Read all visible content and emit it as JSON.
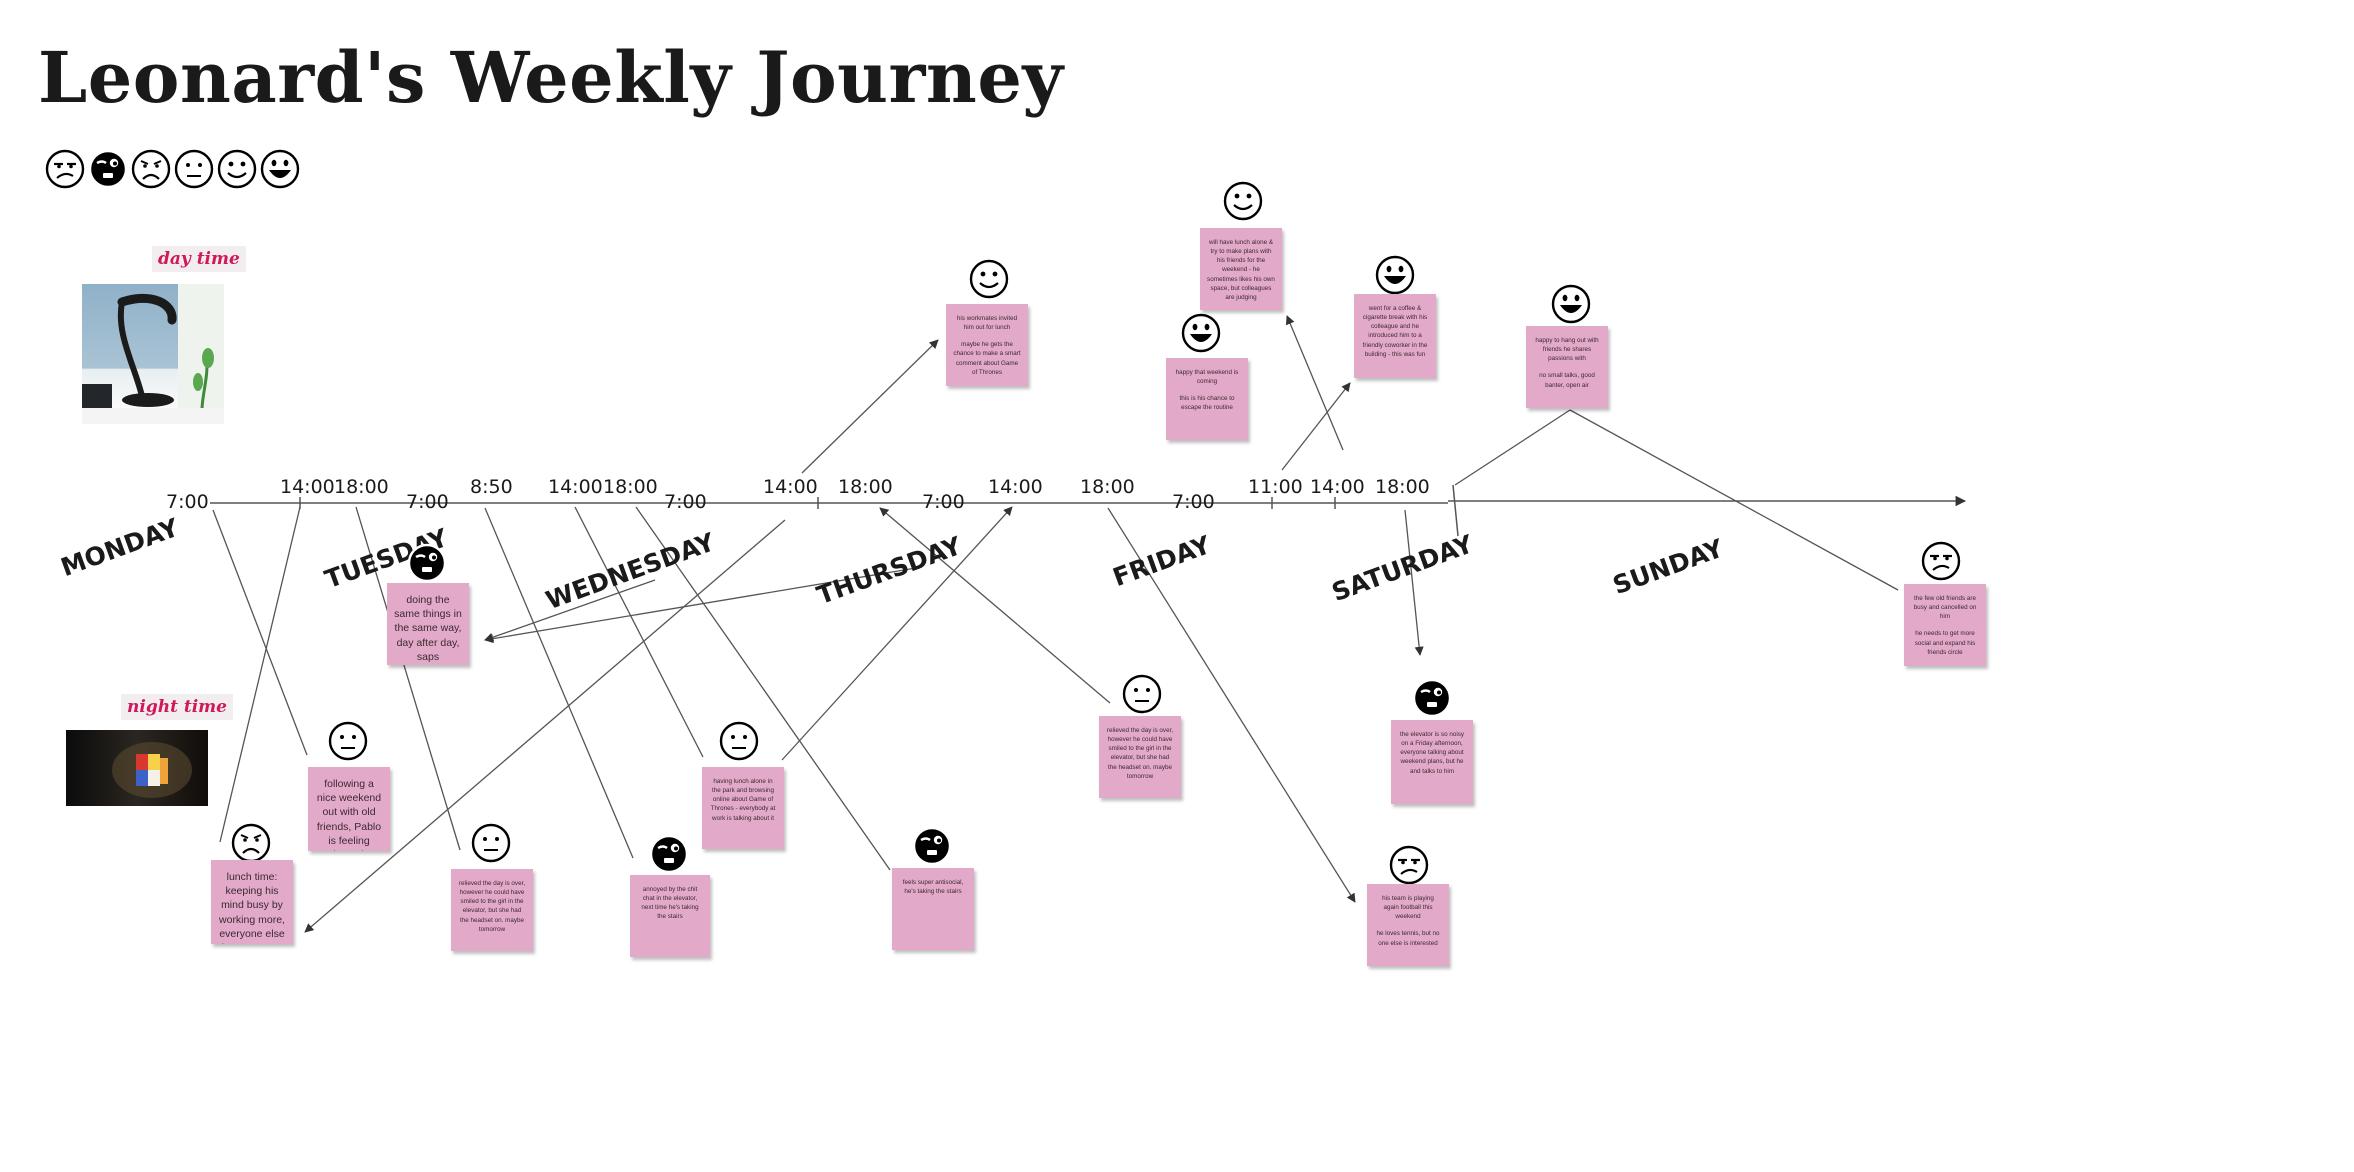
{
  "title": "Leonard's Weekly Journey",
  "legend": {
    "faces": [
      "face-annoyed",
      "face-wink-dark",
      "face-sad",
      "face-neutral",
      "face-smile",
      "face-grin"
    ],
    "day_label": "day time",
    "night_label": "night time"
  },
  "days": [
    "MONDAY",
    "TUESDAY",
    "WEDNESDAY",
    "THURSDAY",
    "FRIDAY",
    "SATURDAY",
    "SUNDAY"
  ],
  "times": [
    "7:00",
    "14:00",
    "18:00",
    "7:00",
    "8:50",
    "14:00",
    "18:00",
    "7:00",
    "14:00",
    "18:00",
    "7:00",
    "14:00",
    "18:00",
    "7:00",
    "11:00",
    "14:00",
    "18:00"
  ],
  "notes": [
    {
      "id": "mon-lunch",
      "face": "face-sad",
      "text": [
        "lunch time: keeping his mind busy by working more, everyone else has gone out for lunch"
      ]
    },
    {
      "id": "mon-morning",
      "face": "face-neutral",
      "text": [
        "following a nice weekend out with old friends, Pablo is feeling anxious about the new week ahead"
      ]
    },
    {
      "id": "tue-repetition",
      "face": "face-wink-dark",
      "text": [
        "doing the same things in the same way, day after day, saps Leonard's energy and enthusiasm"
      ]
    },
    {
      "id": "tue-evening",
      "face": "face-neutral",
      "text": [
        "relieved the day is over, however he could have smiled to the girl in the elevator, but she had the headset on. maybe tomorrow"
      ]
    },
    {
      "id": "tue-elevator",
      "face": "face-wink-dark",
      "text": [
        "annoyed by the chit chat in the elevator, next time he's taking the stairs"
      ]
    },
    {
      "id": "wed-lunch",
      "face": "face-neutral",
      "text": [
        "having lunch alone in the park and browsing online about Game of Thrones - everybody at work is talking about it"
      ]
    },
    {
      "id": "wed-stairs",
      "face": "face-wink-dark",
      "text": [
        "feels super antisocial, he's taking the stairs"
      ]
    },
    {
      "id": "thu-invite",
      "face": "face-smile",
      "text": [
        "his workmates invited him out for lunch",
        "maybe he gets the chance to make a smart comment about Game of Thrones"
      ]
    },
    {
      "id": "thu-evening",
      "face": "face-neutral",
      "text": [
        "relieved the day is over, however he could have smiled to the girl in the elevator, but she had the headset on. maybe tomorrow"
      ]
    },
    {
      "id": "fri-lunch-plans",
      "face": "face-smile",
      "text": [
        "will have lunch alone & try to make plans with his friends for the weekend - he sometimes likes his own space, but colleagues are judging"
      ]
    },
    {
      "id": "fri-weekend",
      "face": "face-grin",
      "text": [
        "happy that weekend is coming",
        "this is his chance to escape the routine"
      ]
    },
    {
      "id": "fri-coffee",
      "face": "face-grin",
      "text": [
        "went for a coffee & cigarette break with his colleague and he introduced him to a friendly coworker in the building - this was fun"
      ]
    },
    {
      "id": "fri-elevator",
      "face": "face-wink-dark",
      "text": [
        "the elevator is so noisy on a Friday afternoon, everyone talking about weekend plans, but he and talks to him"
      ]
    },
    {
      "id": "fri-football",
      "face": "face-annoyed",
      "text": [
        "his team is playing again football this weekend",
        "he loves tennis, but no one else is interested"
      ]
    },
    {
      "id": "sat-friends",
      "face": "face-grin",
      "text": [
        "happy to hang out with friends he shares passions with",
        "no small talks, good banter, open air"
      ]
    },
    {
      "id": "sun-busy",
      "face": "face-annoyed",
      "text": [
        "the few old friends are busy and cancelled on him",
        "he needs to get more social and expand his friends circle"
      ]
    }
  ]
}
